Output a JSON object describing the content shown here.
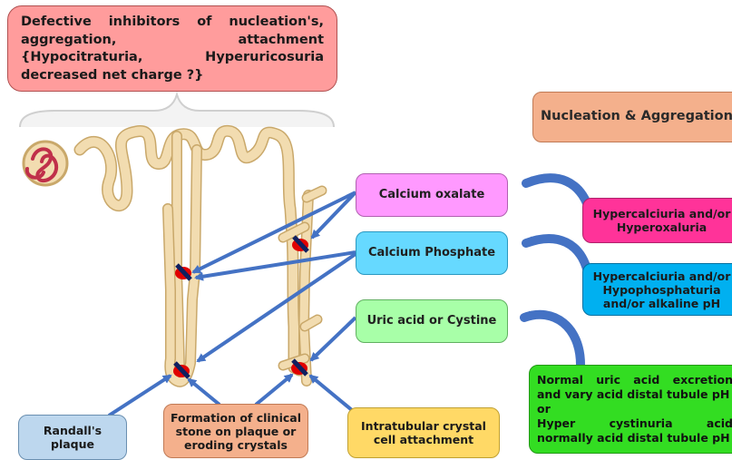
{
  "top_note": {
    "text": "Defective inhibitors of nucleation's, aggregation, attachment {Hypocitraturia, Hyperuricosuria decreased net charge ?}"
  },
  "nucleation_aggregation": {
    "text": "Nucleation & Aggregation"
  },
  "stones": {
    "calcium_oxalate": "Calcium oxalate",
    "calcium_phosphate": "Calcium Phosphate",
    "uric_cystine": "Uric acid or Cystine"
  },
  "causes": {
    "hyperoxaluria": "Hypercalciuria and/or\nHyperoxaluria",
    "hypophosphaturia": "Hypercalciuria and/or\nHypophosphaturia\nand/or alkaline pH",
    "normal_uric": "Normal uric acid excretion and vary acid distal tubule pH\nor\nHyper cystinuria acid normally acid distal tubule pH"
  },
  "bottom_labels": {
    "randall": "Randall's\nplaque",
    "formation": "Formation of clinical\nstone on plaque or\neroding crystals",
    "intratubular": "Intratubular crystal\ncell attachment"
  },
  "colors": {
    "arrow": "#4472c4",
    "tubule_fill": "#f2dcb0",
    "tubule_stroke": "#c9a86a",
    "glomerulus": "#c0304a",
    "crystal_red": "#e00000",
    "crystal_navy": "#102060"
  }
}
